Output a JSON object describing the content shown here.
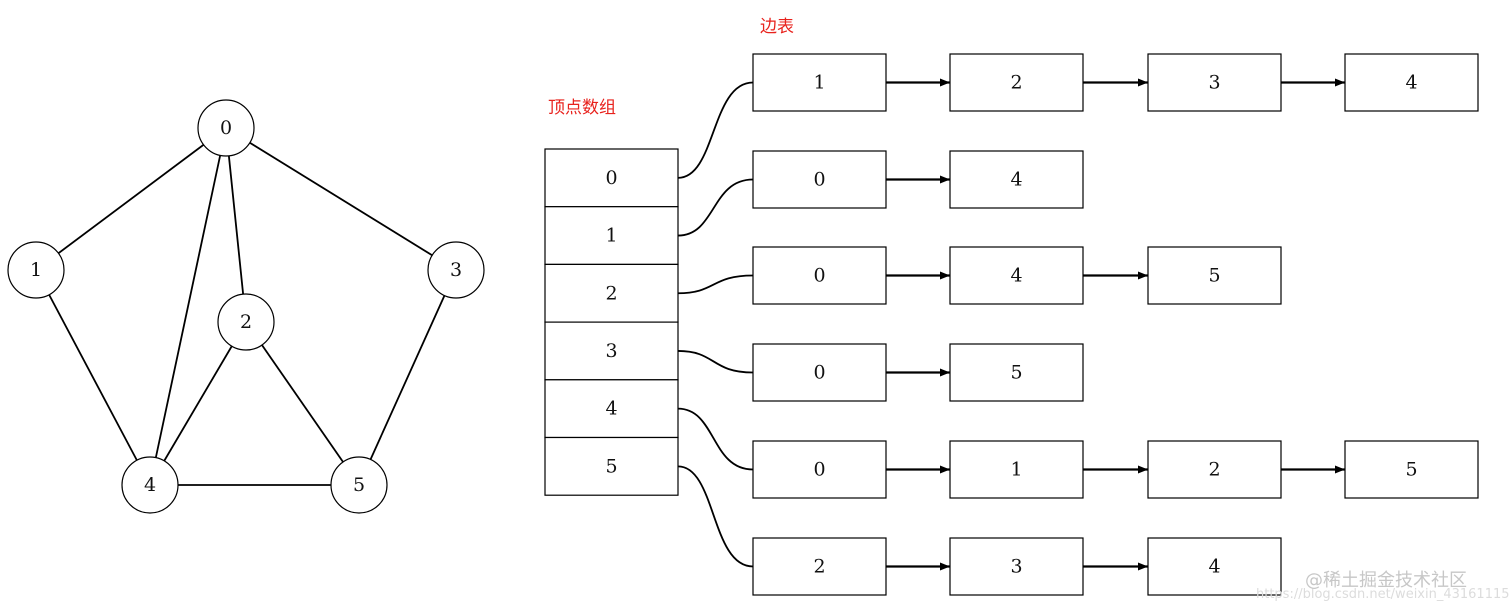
{
  "colors": {
    "caption": "#e8221d",
    "stroke": "#000000",
    "watermark": "#c7c7c7"
  },
  "graph": {
    "nodes": [
      {
        "id": 0,
        "label": "0"
      },
      {
        "id": 1,
        "label": "1"
      },
      {
        "id": 2,
        "label": "2"
      },
      {
        "id": 3,
        "label": "3"
      },
      {
        "id": 4,
        "label": "4"
      },
      {
        "id": 5,
        "label": "5"
      }
    ],
    "edges": [
      [
        0,
        1
      ],
      [
        0,
        3
      ],
      [
        0,
        2
      ],
      [
        0,
        4
      ],
      [
        1,
        4
      ],
      [
        2,
        4
      ],
      [
        2,
        5
      ],
      [
        3,
        5
      ],
      [
        4,
        5
      ]
    ]
  },
  "vertex_array": {
    "caption": "顶点数组",
    "cells": [
      "0",
      "1",
      "2",
      "3",
      "4",
      "5"
    ]
  },
  "edge_table": {
    "caption": "边表",
    "lists": [
      [
        "1",
        "2",
        "3",
        "4"
      ],
      [
        "0",
        "4"
      ],
      [
        "0",
        "4",
        "5"
      ],
      [
        "0",
        "5"
      ],
      [
        "0",
        "1",
        "2",
        "5"
      ],
      [
        "2",
        "3",
        "4"
      ]
    ]
  },
  "watermark": {
    "text": "@稀土掘金技术社区",
    "faint": "https://blog.csdn.net/weixin_43161115"
  }
}
